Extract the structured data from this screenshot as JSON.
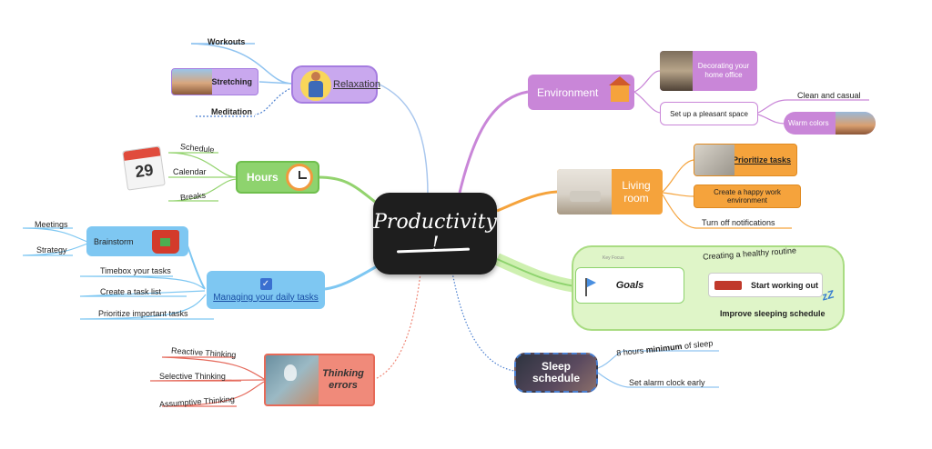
{
  "central": {
    "title": "Productivity !"
  },
  "relaxation": {
    "title": "Relaxation",
    "children": {
      "workouts": "Workouts",
      "stretching": "Stretching",
      "meditation": "Meditation"
    }
  },
  "hours": {
    "title": "Hours",
    "children": {
      "schedule": "Schedule",
      "calendar": "Calendar",
      "breaks": "Breaks"
    },
    "calendar_day": "29"
  },
  "daily_tasks": {
    "title": "Managing your daily tasks",
    "brainstorm": "Brainstorm",
    "brainstorm_children": {
      "meetings": "Meetings",
      "strategy": "Strategy"
    },
    "children": {
      "timebox": "Timebox your tasks",
      "task_list": "Create a task list",
      "prioritize": "Prioritize important tasks"
    }
  },
  "thinking_errors": {
    "title": "Thinking errors",
    "children": {
      "reactive": "Reactive Thinking",
      "selective": "Selective Thinking",
      "assumptive": "Assumptive Thinking"
    }
  },
  "environment": {
    "title": "Environment",
    "decorating": "Decorating your home office",
    "pleasant_space": "Set up a pleasant space",
    "clean_casual": "Clean and casual",
    "warm_colors": "Warm colors"
  },
  "living_room": {
    "title": "Living room",
    "prioritize_tasks": "Prioritize tasks",
    "happy_env": "Create a happy work environment",
    "notifications": "Turn off notifications"
  },
  "goals": {
    "title": "Goals",
    "boundary_label": "Key Focus",
    "routine": "Creating a healthy routine",
    "start_working": "Start working out",
    "sleeping": "Improve sleeping schedule"
  },
  "sleep": {
    "title": "Sleep schedule",
    "hours_pre": "8 hours",
    "hours_bold": "minimum",
    "hours_post": "of sleep",
    "alarm": "Set alarm clock early"
  },
  "colors": {
    "blue": "#7ec7f2",
    "green": "#8ed36e",
    "purple": "#c986d8",
    "orange": "#f5a33c",
    "salmon": "#f08a7a",
    "dark": "#1e1e1e"
  }
}
